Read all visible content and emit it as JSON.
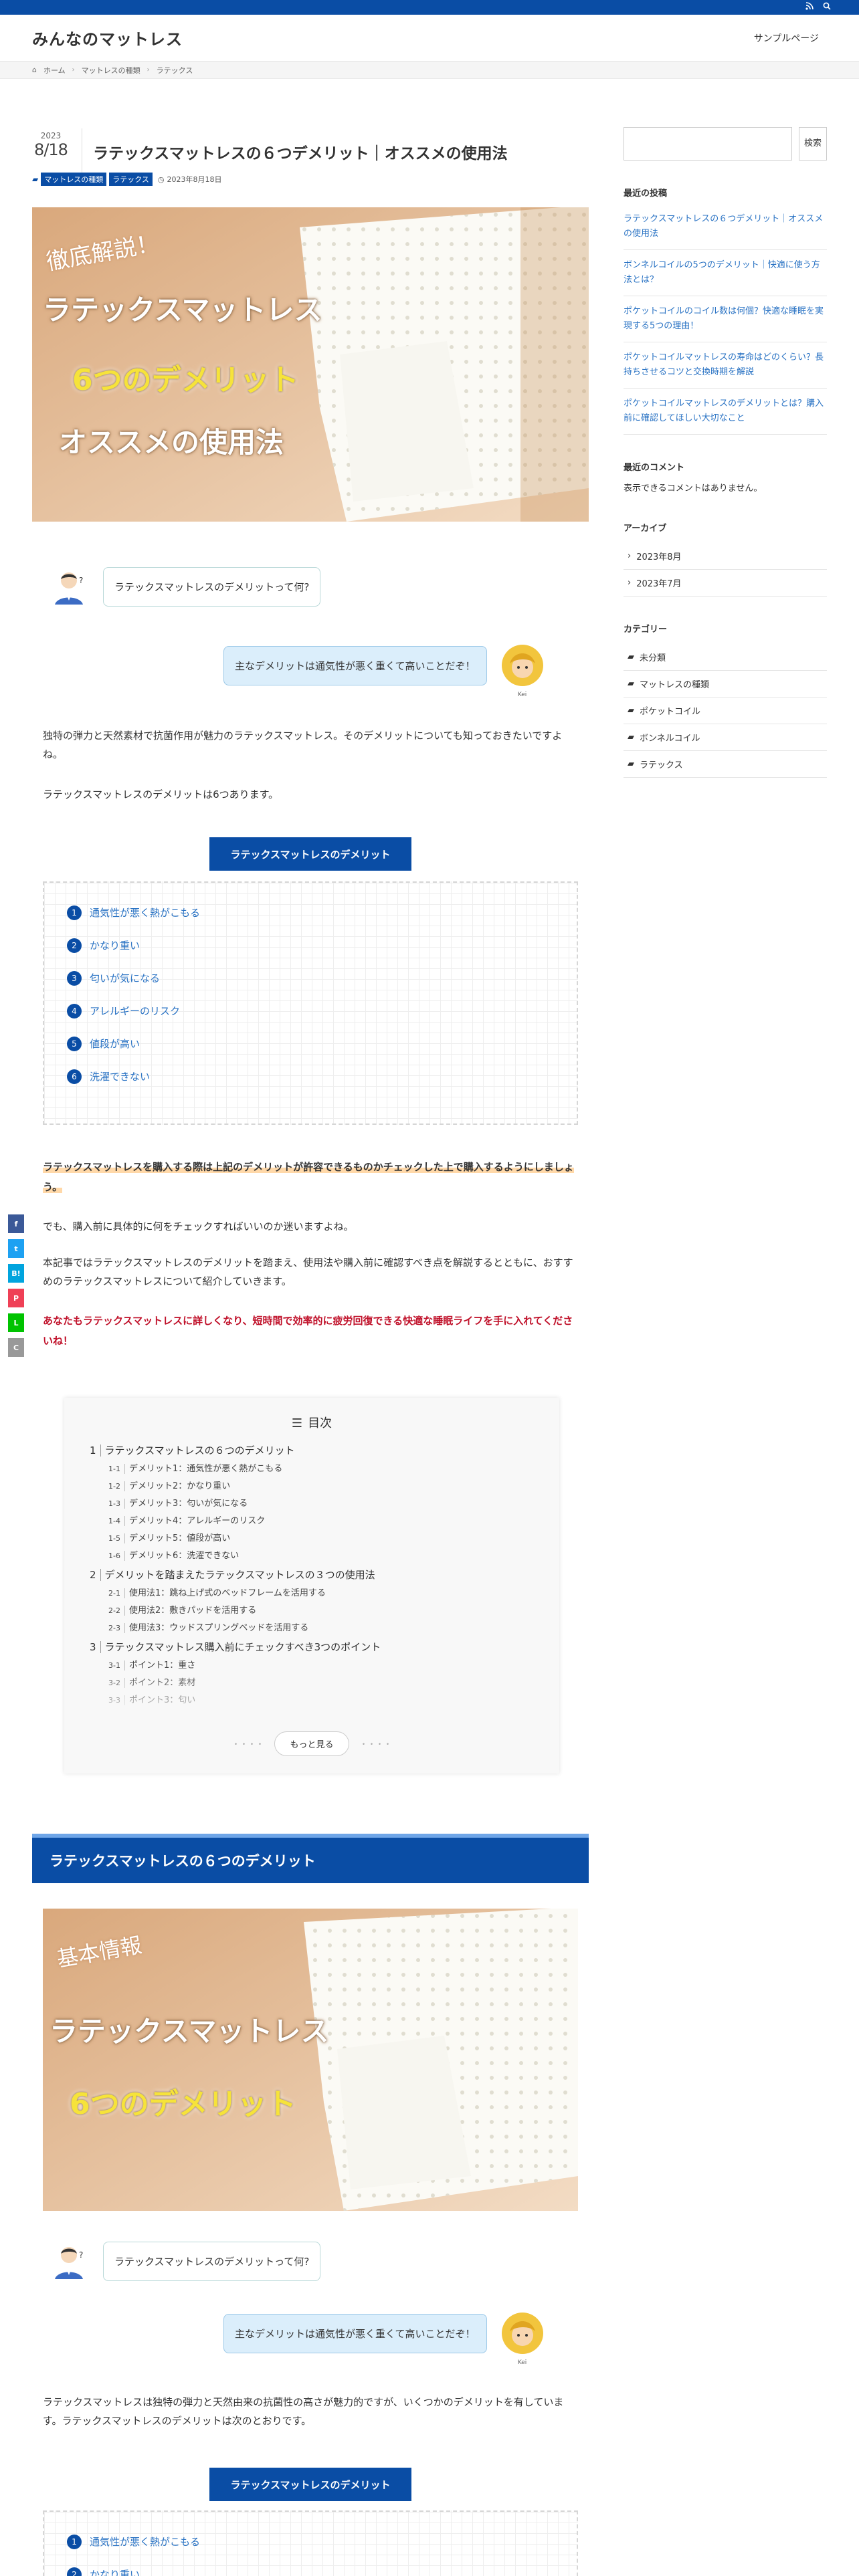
{
  "site": {
    "title": "みんなのマットレス",
    "nav_item": "サンプルページ"
  },
  "breadcrumb": [
    "ホーム",
    "マットレスの種類",
    "ラテックス"
  ],
  "post": {
    "year": "2023",
    "month_day": "8/18",
    "title": "ラテックスマットレスの６つデメリット｜オススメの使用法",
    "categories": [
      "マットレスの種類",
      "ラテックス"
    ],
    "date": "2023年8月18日"
  },
  "eyecatch1": {
    "line1": "徹底解説！",
    "line2": "ラテックスマットレス",
    "line3": "6つのデメリット",
    "line4": "オススメの使用法"
  },
  "dialog1": {
    "question": "ラテックスマットレスのデメリットって何?",
    "answer": "主なデメリットは通気性が悪く重くて高いことだぞ！",
    "avatar_name": "Kei"
  },
  "intro": {
    "p1": "独特の弾力と天然素材で抗菌作用が魅力のラテックスマットレス。そのデメリットについても知っておきたいですよね。",
    "p2": "ラテックスマットレスのデメリットは6つあります。"
  },
  "box1": {
    "label": "ラテックスマットレスのデメリット",
    "items": [
      "通気性が悪く熱がこもる",
      "かなり重い",
      "匂いが気になる",
      "アレルギーのリスク",
      "値段が高い",
      "洗濯できない"
    ]
  },
  "highlight": "ラテックスマットレスを購入する際は上記のデメリットが許容できるものかチェックした上で購入するようにしましょう。",
  "body": {
    "p3": "でも、購入前に具体的に何をチェックすればいいのか迷いますよね。",
    "p4": "本記事ではラテックスマットレスのデメリットを踏まえ、使用法や購入前に確認すべき点を解説するとともに、おすすめのラテックスマットレスについて紹介していきます。",
    "red": "あなたもラテックスマットレスに詳しくなり、短時間で効率的に疲労回復できる快適な睡眠ライフを手に入れてくださいね！"
  },
  "toc": {
    "title": "目次",
    "sections": [
      {
        "num": "1",
        "title": "ラテックスマットレスの６つのデメリット",
        "items": [
          {
            "num": "1-1",
            "title": "デメリット1：通気性が悪く熱がこもる"
          },
          {
            "num": "1-2",
            "title": "デメリット2：かなり重い"
          },
          {
            "num": "1-3",
            "title": "デメリット3：匂いが気になる"
          },
          {
            "num": "1-4",
            "title": "デメリット4：アレルギーのリスク"
          },
          {
            "num": "1-5",
            "title": "デメリット5：値段が高い"
          },
          {
            "num": "1-6",
            "title": "デメリット6：洗濯できない"
          }
        ]
      },
      {
        "num": "2",
        "title": "デメリットを踏まえたラテックスマットレスの３つの使用法",
        "items": [
          {
            "num": "2-1",
            "title": "使用法1：跳ね上げ式のベッドフレームを活用する"
          },
          {
            "num": "2-2",
            "title": "使用法2：敷きパッドを活用する"
          },
          {
            "num": "2-3",
            "title": "使用法3：ウッドスプリングベッドを活用する"
          }
        ]
      },
      {
        "num": "3",
        "title": "ラテックスマットレス購入前にチェックすべき3つのポイント",
        "items": [
          {
            "num": "3-1",
            "title": "ポイント1：重さ"
          },
          {
            "num": "3-2",
            "title": "ポイント2：素材"
          },
          {
            "num": "3-3",
            "title": "ポイント3：匂い"
          }
        ]
      }
    ],
    "more_label": "もっと見る"
  },
  "h2": "ラテックスマットレスの６つのデメリット",
  "eyecatch2": {
    "line1": "基本情報",
    "line2": "ラテックスマットレス",
    "line3": "6つのデメリット"
  },
  "dialog2": {
    "question": "ラテックスマットレスのデメリットって何?",
    "answer": "主なデメリットは通気性が悪く重くて高いことだぞ！",
    "avatar_name": "Kei"
  },
  "section1": {
    "p1": "ラテックスマットレスは独特の弾力と天然由来の抗菌性の高さが魅力的ですが、いくつかのデメリットを有しています。ラテックスマットレスのデメリットは次のとおりです。",
    "box_label": "ラテックスマットレスのデメリット",
    "items": [
      "通気性が悪く熱がこもる",
      "かなり重い"
    ]
  },
  "sidebar": {
    "search_button": "検索",
    "recent_posts_title": "最近の投稿",
    "recent_posts": [
      "ラテックスマットレスの６つデメリット｜オススメの使用法",
      "ボンネルコイルの5つのデメリット｜快適に使う方法とは？",
      "ポケットコイルのコイル数は何個？快適な睡眠を実現する5つの理由！",
      "ポケットコイルマットレスの寿命はどのくらい？長持ちさせるコツと交換時期を解説",
      "ポケットコイルマットレスのデメリットとは？購入前に確認してほしい大切なこと"
    ],
    "recent_comments_title": "最近のコメント",
    "no_comments": "表示できるコメントはありません。",
    "archive_title": "アーカイブ",
    "archives": [
      "2023年8月",
      "2023年7月"
    ],
    "categories_title": "カテゴリー",
    "categories": [
      "未分類",
      "マットレスの種類",
      "ポケットコイル",
      "ボンネルコイル",
      "ラテックス"
    ]
  },
  "share": [
    "f",
    "t",
    "B!",
    "P",
    "L",
    "C"
  ],
  "colors": {
    "brand": "#0a4da5",
    "link": "#2a73c4",
    "red": "#c0112a",
    "highlight": "#ffd8a8"
  }
}
